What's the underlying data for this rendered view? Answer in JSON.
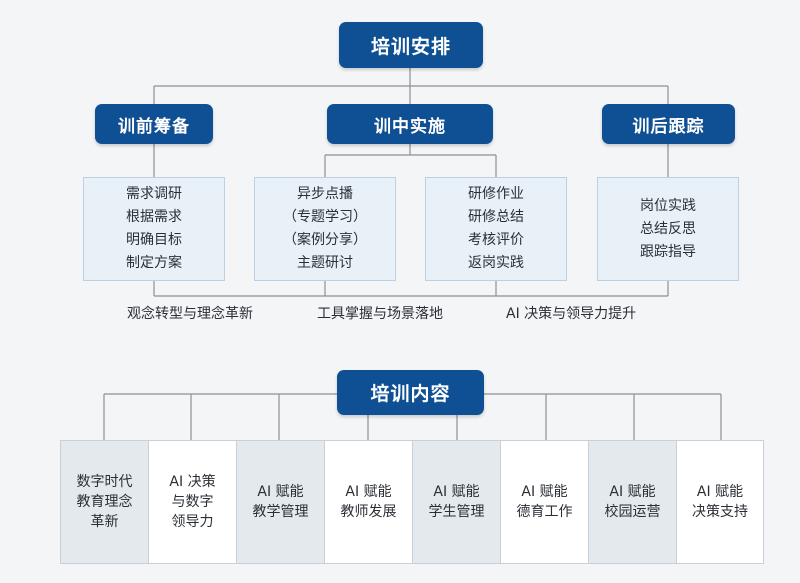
{
  "schedule": {
    "title": "培训安排",
    "phases": [
      {
        "title": "训前筹备",
        "items": [
          "需求调研",
          "根据需求",
          "明确目标",
          "制定方案"
        ]
      },
      {
        "title": "训中实施",
        "items": [
          "异步点播",
          "（专题学习）",
          "（案例分享）",
          "主题研讨"
        ]
      },
      {
        "title": "",
        "items": [
          "研修作业",
          "研修总结",
          "考核评价",
          "返岗实践"
        ]
      },
      {
        "title": "训后跟踪",
        "items": [
          "岗位实践",
          "总结反思",
          "跟踪指导"
        ]
      }
    ],
    "outcomes": [
      "观念转型与理念革新",
      "工具掌握与场景落地",
      "AI 决策与领导力提升"
    ]
  },
  "content": {
    "title": "培训内容",
    "modules": [
      [
        "数字时代",
        "教育理念",
        "革新"
      ],
      [
        "AI 决策",
        "与数字",
        "领导力"
      ],
      [
        "AI 赋能",
        "教学管理"
      ],
      [
        "AI 赋能",
        "教师发展"
      ],
      [
        "AI 赋能",
        "学生管理"
      ],
      [
        "AI 赋能",
        "德育工作"
      ],
      [
        "AI 赋能",
        "校园运营"
      ],
      [
        "AI 赋能",
        "决策支持"
      ]
    ]
  },
  "colors": {
    "pill": "#0f4f93",
    "box_fill": "#e9f1f8",
    "cell_shade": "#e4e9ee",
    "line": "#8a9199"
  }
}
